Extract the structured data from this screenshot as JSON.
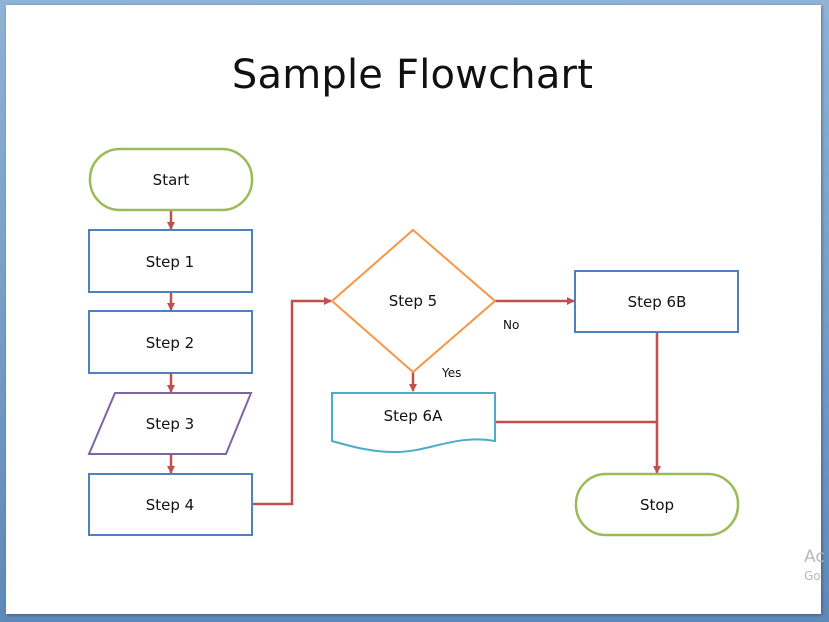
{
  "title": "Sample Flowchart",
  "nodes": {
    "start": "Start",
    "step1": "Step 1",
    "step2": "Step 2",
    "step3": "Step 3",
    "step4": "Step 4",
    "step5": "Step 5",
    "step6a": "Step 6A",
    "step6b": "Step 6B",
    "stop": "Stop"
  },
  "edges": {
    "no": "No",
    "yes": "Yes"
  },
  "watermark": {
    "line1": "Ac",
    "line2": "Go"
  },
  "colors": {
    "terminal_border": "#9bbb59",
    "process_border": "#4f81bd",
    "input_border": "#8064a2",
    "decision_border": "#f79646",
    "document_border": "#4bacc6",
    "arrow": "#c0504d"
  }
}
